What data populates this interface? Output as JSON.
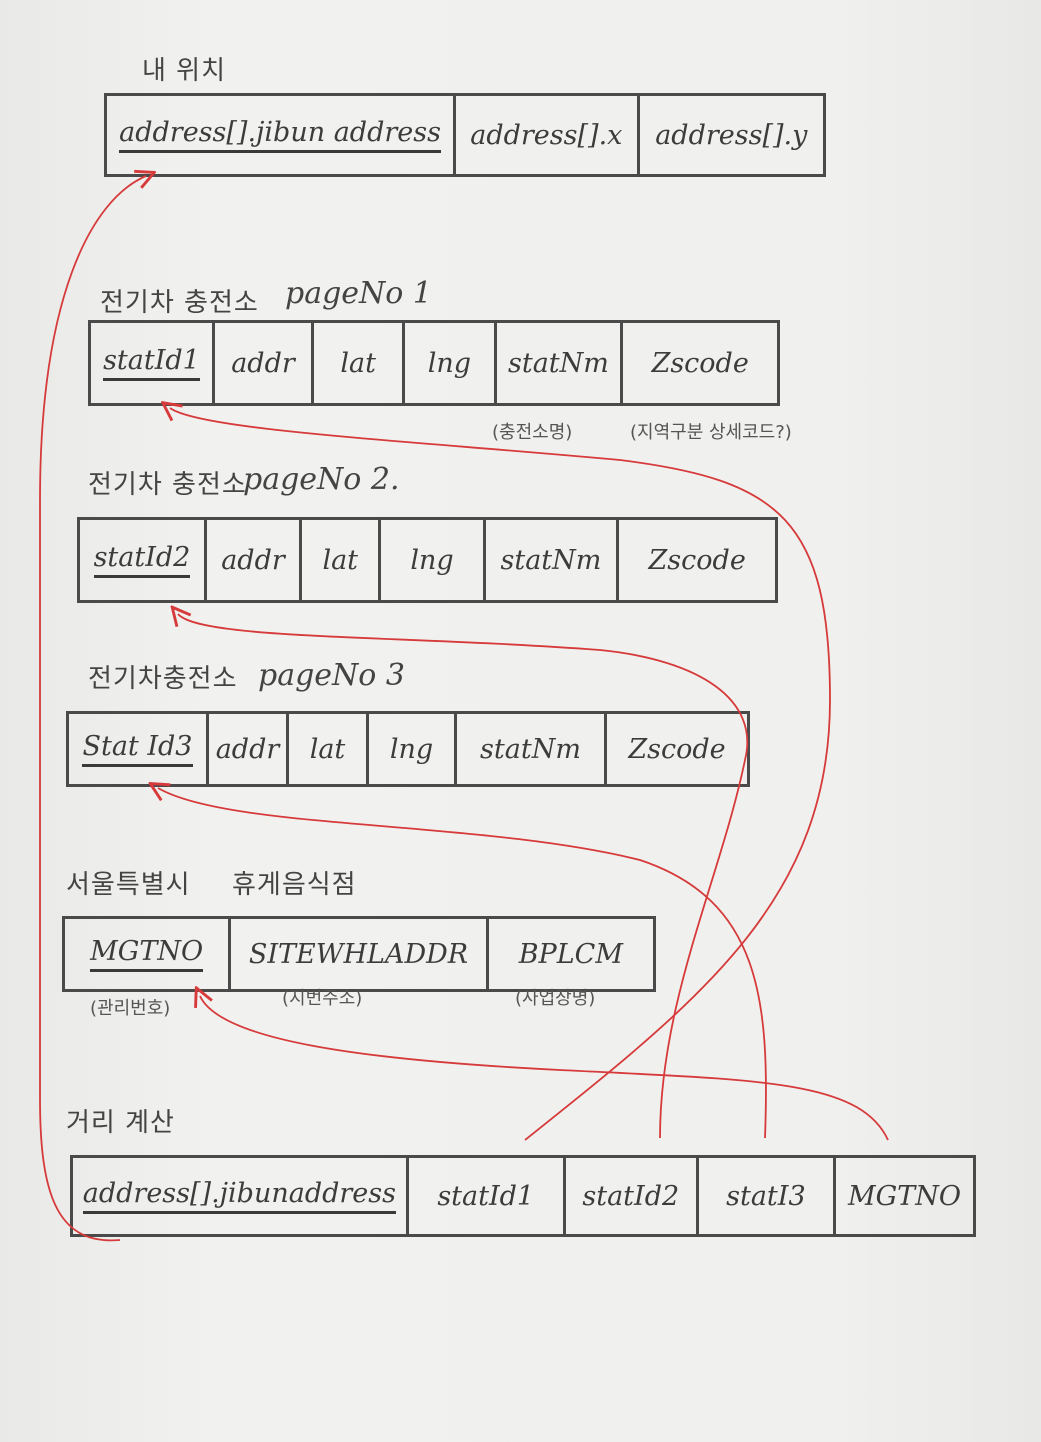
{
  "my_location": {
    "title": "내 위치",
    "fields": [
      "address[].jibun address",
      "address[].x",
      "address[].y"
    ]
  },
  "ev_page1": {
    "title": "전기차 충전소",
    "page_no": "pageNo 1",
    "fields": [
      "statId1",
      "addr",
      "lat",
      "lng",
      "statNm",
      "Zscode"
    ],
    "note_statnm": "(충전소명)",
    "note_zscode": "(지역구분 상세코드?)"
  },
  "ev_page2": {
    "title": "전기차 충전소",
    "page_no": "pageNo 2.",
    "fields": [
      "statId2",
      "addr",
      "lat",
      "lng",
      "statNm",
      "Zscode"
    ]
  },
  "ev_page3": {
    "title": "전기차충전소",
    "page_no": "pageNo 3",
    "fields": [
      "Stat Id3",
      "addr",
      "lat",
      "lng",
      "statNm",
      "Zscode"
    ]
  },
  "seoul_rest": {
    "title": "서울특별시",
    "subtitle": "휴게음식점",
    "fields": [
      "MGTNO",
      "SITEWHLADDR",
      "BPLCM"
    ],
    "note_mgtno": "(관리번호)",
    "note_addr": "(지번주소)",
    "note_name": "(사업장명)"
  },
  "distance": {
    "title": "거리 계산",
    "fields": [
      "address[].jibunaddress",
      "statId1",
      "statId2",
      "statI3",
      "MGTNO"
    ]
  },
  "colors": {
    "ink": "#4a4a4a",
    "arrow": "#d63a3a"
  }
}
